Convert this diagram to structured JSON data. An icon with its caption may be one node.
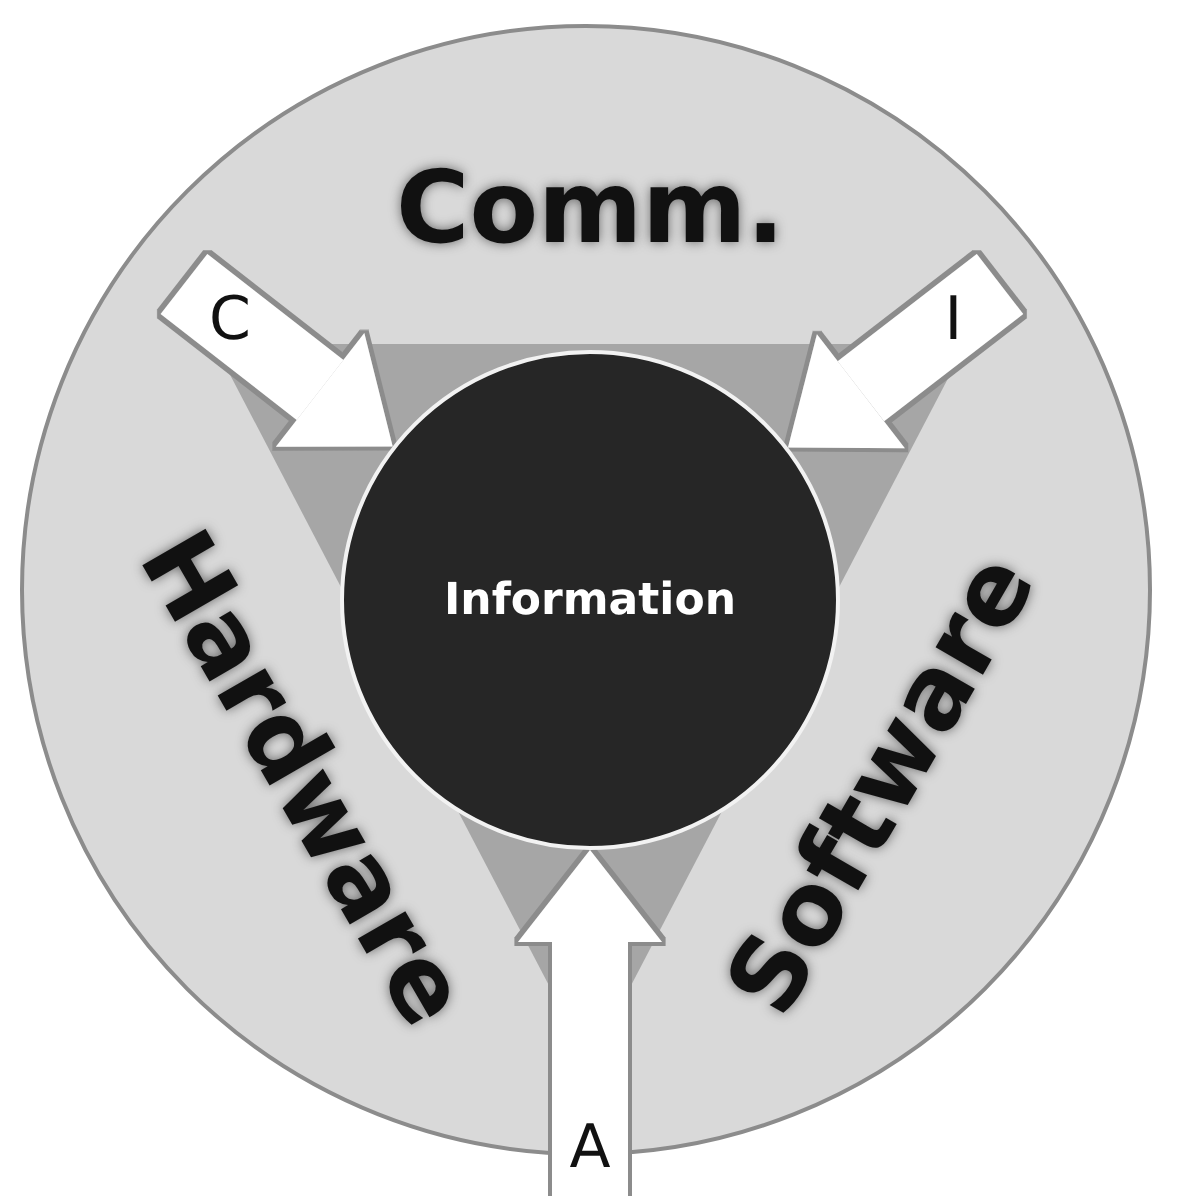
{
  "diagram": {
    "nodes": [
      {
        "text": [
          "Comm.",
          "Hardware",
          "Software"
        ]
      },
      {
        "text": [
          "Information"
        ],
        "in": 0
      }
    ],
    "edges": [
      {
        "from": null,
        "to": 1,
        "arrow": "to",
        "label": "C"
      },
      {
        "from": null,
        "to": 1,
        "arrow": "to",
        "label": "I"
      },
      {
        "from": null,
        "to": 1,
        "arrow": "to",
        "label": "A"
      }
    ]
  }
}
